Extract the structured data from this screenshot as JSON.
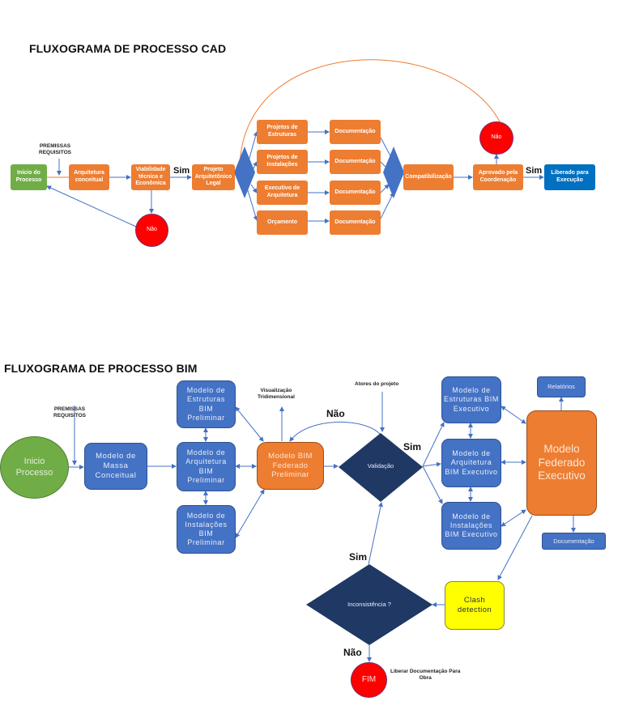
{
  "cad": {
    "title": "FLUXOGRAMA DE PROCESSO CAD",
    "premissas": "PREMISSAS\nREQUISITOS",
    "inicio": "Início do Processo",
    "arquitetura": "Arquitetura conceitual",
    "viabilidade": "Viabilidade técnica e Econômica",
    "projeto_legal": "Projeto Arquitetônico Legal",
    "nao_1": "Não",
    "sim_1": "Sim",
    "branches": [
      {
        "label": "Projetos de Estruturas",
        "doc": "Documentação"
      },
      {
        "label": "Projetos de Instalações",
        "doc": "Documentação"
      },
      {
        "label": "Executivo de Arquitetura",
        "doc": "Documentação"
      },
      {
        "label": "Orçamento",
        "doc": "Documentação"
      }
    ],
    "compatibilizacao": "Compatibilização",
    "aprovado": "Aprovado pela Coordenação",
    "nao_2": "Não",
    "sim_2": "Sim",
    "liberado": "Liberado para Execução"
  },
  "bim": {
    "title": "FLUXOGRAMA DE PROCESSO BIM",
    "premissas": "PREMISSAS\nREQUISITOS",
    "inicio": "Inicio Processo",
    "massa": "Modelo de Massa Conceitual",
    "preliminar": [
      "Modelo de Estruturas BIM Preliminar",
      "Modelo de Arquitetura BIM Preliminar",
      "Modelo de Instalações BIM Preliminar"
    ],
    "federado_preliminar": "Modelo BIM Federado Preliminar",
    "visualizacao": "Visualização\nTridimensional",
    "atores": "Atores do projeto",
    "nao_validacao": "Não",
    "validacao": "Validação",
    "sim_validacao": "Sim",
    "executivo": [
      "Modelo de Estruturas BIM Executivo",
      "Modelo de Arquitetura BIM Executivo",
      "Modelo de Instalações BIM Executivo"
    ],
    "federado_executivo": "Modelo Federado Executivo",
    "relatorios": "Relatórios",
    "documentacao": "Documentação",
    "clash": "Clash detection",
    "inconsistencia": "Inconsistência ?",
    "sim_inconsistencia": "Sim",
    "nao_inconsistencia": "Não",
    "fim": "FIM",
    "liberar": "Liberar Documentação Para\nObra"
  },
  "colors": {
    "orange": "#ed7d31",
    "green": "#70ad47",
    "blue_cad": "#0070c0",
    "blue_bim": "#4472c4",
    "navy": "#1f3864",
    "red": "#ff0000",
    "yellow": "#ffff00",
    "connector": "#4472c4"
  }
}
